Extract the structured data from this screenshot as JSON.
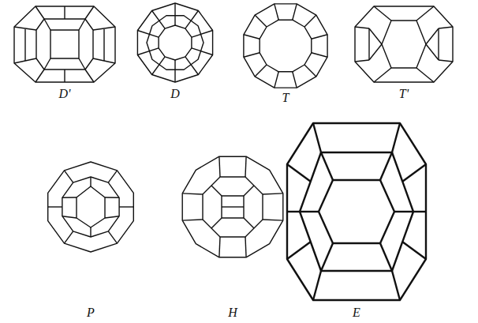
{
  "diagram": {
    "labels": [
      "D'",
      "D",
      "T",
      "T'",
      "P",
      "H",
      "E"
    ]
  }
}
